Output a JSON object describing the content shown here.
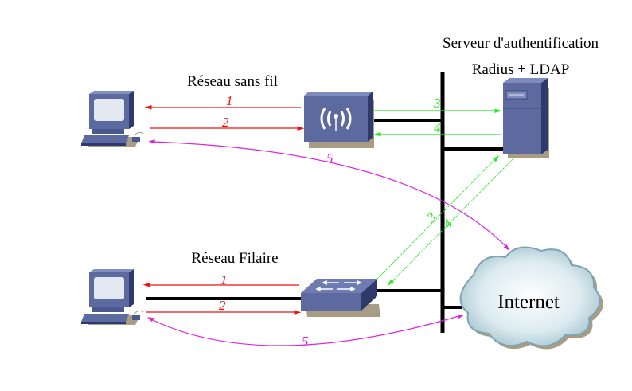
{
  "labels": {
    "auth_server_title": "Serveur d'authentification",
    "auth_server_subtitle": "Radius + LDAP",
    "wireless_network": "Réseau sans fil",
    "wired_network": "Réseau Filaire",
    "internet": "Internet"
  },
  "colors": {
    "step_1_2": "#ee1111",
    "step_3_4": "#22ee22",
    "step_5": "#dd22dd",
    "network_link": "#000000",
    "device_body": "#5c6aa0",
    "device_dark": "#2e3a6c",
    "cloud": "#dcebf0"
  },
  "nodes": [
    {
      "id": "wireless-client",
      "type": "workstation",
      "network": "Réseau sans fil"
    },
    {
      "id": "access-point",
      "type": "wireless-access-point"
    },
    {
      "id": "auth-server",
      "type": "server",
      "role": "Radius + LDAP"
    },
    {
      "id": "wired-client",
      "type": "workstation",
      "network": "Réseau Filaire"
    },
    {
      "id": "switch",
      "type": "switch"
    },
    {
      "id": "internet",
      "type": "cloud",
      "label": "Internet"
    }
  ],
  "flows": {
    "wireless": [
      {
        "step": "1",
        "from": "access-point",
        "to": "wireless-client"
      },
      {
        "step": "2",
        "from": "wireless-client",
        "to": "access-point"
      },
      {
        "step": "3",
        "from": "access-point",
        "to": "auth-server"
      },
      {
        "step": "4",
        "from": "auth-server",
        "to": "access-point"
      },
      {
        "step": "5",
        "from": "wireless-client",
        "to": "internet",
        "bidirectional": true
      }
    ],
    "wired": [
      {
        "step": "1",
        "from": "switch",
        "to": "wired-client"
      },
      {
        "step": "2",
        "from": "wired-client",
        "to": "switch"
      },
      {
        "step": "3",
        "from": "switch",
        "to": "auth-server"
      },
      {
        "step": "4",
        "from": "auth-server",
        "to": "switch"
      },
      {
        "step": "5",
        "from": "wired-client",
        "to": "internet",
        "bidirectional": true
      }
    ]
  }
}
